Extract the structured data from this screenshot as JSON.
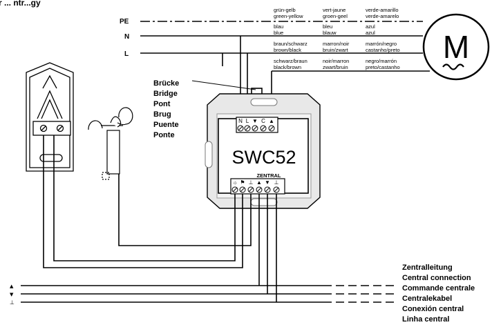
{
  "header": {
    "title_fragment": "r ... ntr...gy"
  },
  "lines": {
    "pe": "PE",
    "n": "N",
    "l": "L"
  },
  "color_codes": {
    "pe": {
      "de_en": [
        "grün-gelb",
        "green-yellow"
      ],
      "fr_nl": [
        "vert-jaune",
        "groen-geel"
      ],
      "es_pt": [
        "verde-amarillo",
        "verde-amarelo"
      ]
    },
    "n": {
      "de_en": [
        "blau",
        "blue"
      ],
      "fr_nl": [
        "bleu",
        "blauw"
      ],
      "es_pt": [
        "azul",
        "azul"
      ]
    },
    "l": {
      "de_en": [
        "braun/schwarz",
        "brown/black"
      ],
      "fr_nl": [
        "marron/noir",
        "bruin/zwart"
      ],
      "es_pt": [
        "marrón/negro",
        "castanho/preto"
      ]
    },
    "dir": {
      "de_en": [
        "schwarz/braun",
        "black/brown"
      ],
      "fr_nl": [
        "noir/marron",
        "zwart/bruin"
      ],
      "es_pt": [
        "negro/marrón",
        "preto/castanho"
      ]
    }
  },
  "motor_label": "M",
  "bridge_labels": [
    "Brücke",
    "Bridge",
    "Pont",
    "Brug",
    "Puente",
    "Ponte"
  ],
  "device": {
    "name": "SWC52",
    "zentral_label": "ZENTRAL",
    "top_terminals": [
      "N",
      "L",
      "▼",
      "C",
      "▲"
    ],
    "bottom_terminals": [
      "☼",
      "⚑",
      "⊥",
      "▲",
      "▼",
      "⊥"
    ]
  },
  "bus_symbols": [
    "▲",
    "▼",
    "⊥"
  ],
  "central_labels": [
    "Zentralleitung",
    "Central connection",
    "Commande centrale",
    "Centralekabel",
    "Conexión central",
    "Linha central"
  ]
}
